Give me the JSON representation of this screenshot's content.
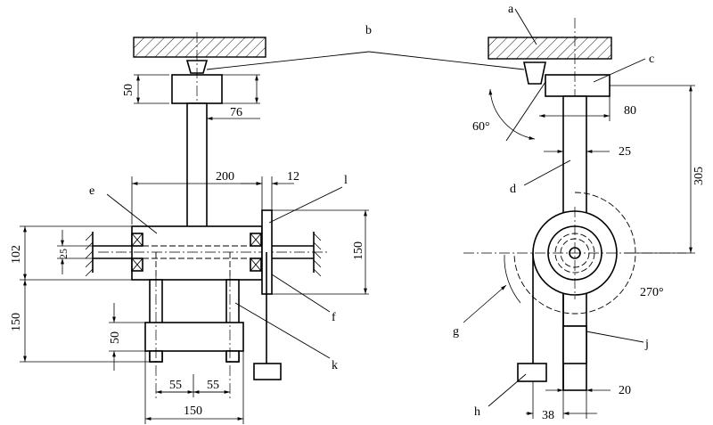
{
  "labels": {
    "a": "a",
    "b": "b",
    "c": "c",
    "d": "d",
    "e": "e",
    "f": "f",
    "g": "g",
    "h": "h",
    "j": "j",
    "k": "k",
    "l": "l"
  },
  "dimensions": {
    "d50_top": "50",
    "d76": "76",
    "d200": "200",
    "d12": "12",
    "d102": "102",
    "d25_left": "25",
    "d150_right": "150",
    "d150_left": "150",
    "d50_lower": "50",
    "d55_a": "55",
    "d55_b": "55",
    "d150_bottom": "150",
    "d80": "80",
    "d25_right": "25",
    "d305": "305",
    "d20": "20",
    "d38": "38",
    "angle60": "60°",
    "angle270": "270°"
  }
}
